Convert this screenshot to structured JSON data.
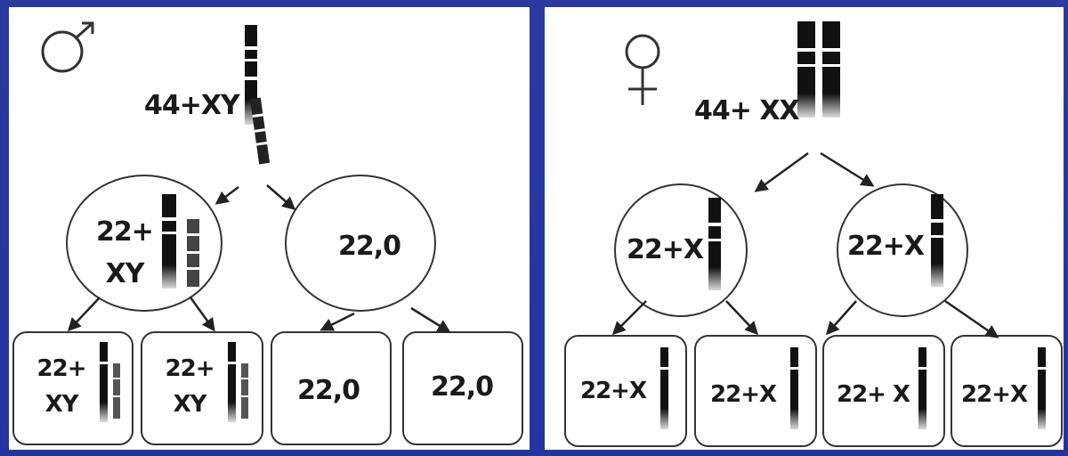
{
  "male": {
    "symbol": "♂",
    "parent_label": "44+XY",
    "cells": [
      {
        "label_lines": [
          "22+",
          "XY"
        ]
      },
      {
        "label": "22,0"
      }
    ],
    "gametes": [
      {
        "label_lines": [
          "22+",
          "XY"
        ]
      },
      {
        "label_lines": [
          "22+",
          "XY"
        ]
      },
      {
        "label": "22,0"
      },
      {
        "label": "22,0"
      }
    ]
  },
  "female": {
    "symbol": "♀",
    "parent_label": "44+ XX",
    "cells": [
      {
        "label": "22+X"
      },
      {
        "label": "22+X"
      }
    ],
    "gametes": [
      {
        "label": "22+X"
      },
      {
        "label": "22+X"
      },
      {
        "label": "22+ X"
      },
      {
        "label": "22+X"
      }
    ]
  },
  "colors": {
    "background": "#2a3a9e",
    "panel": "#ffffff",
    "ink": "#1a1a1a"
  }
}
